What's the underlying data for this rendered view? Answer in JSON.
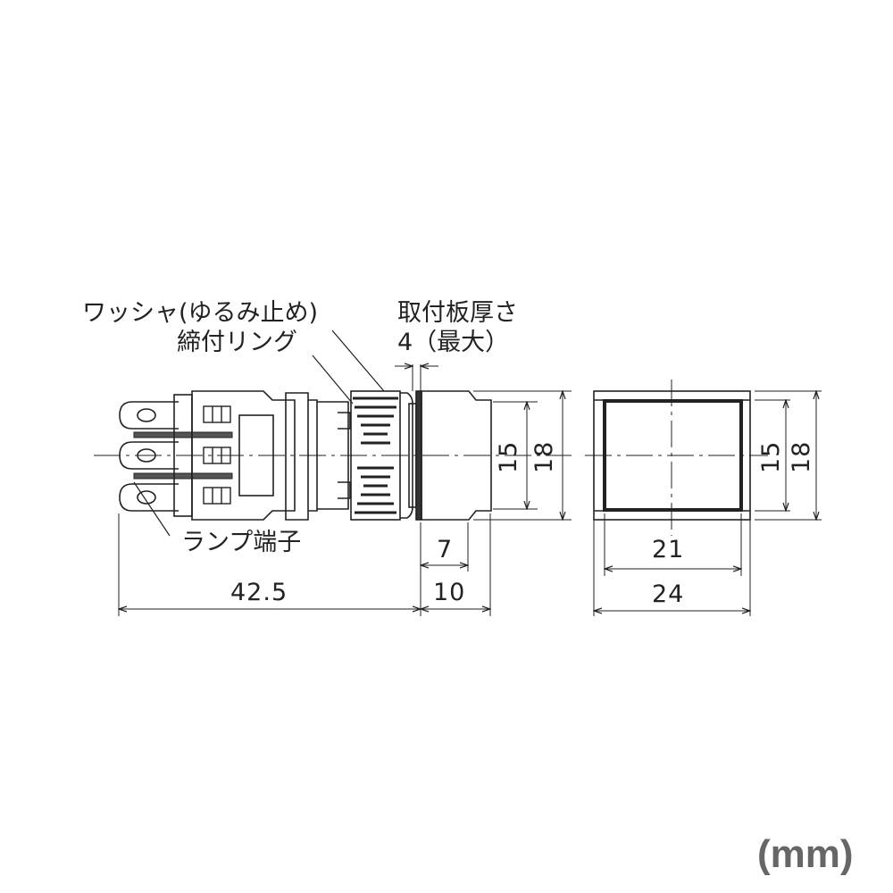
{
  "diagram": {
    "type": "mechanical-dimension-drawing",
    "unit_label": "(mm)",
    "callouts": {
      "washer": "ワッシャ(ゆるみ止め)",
      "tightening_ring": "締付リング",
      "panel_thickness_title": "取付板厚さ",
      "panel_thickness_value": "4（最大）",
      "lamp_terminal": "ランプ端子"
    },
    "side_view_dimensions": {
      "body_length": "42.5",
      "bezel_depth": "10",
      "bezel_step": "7",
      "bezel_inner_height": "15",
      "bezel_outer_height": "18"
    },
    "front_view_dimensions": {
      "inner_width": "21",
      "outer_width": "24",
      "inner_height": "15",
      "outer_height": "18"
    },
    "colors": {
      "line": "#222222",
      "unit_text": "#666666",
      "background": "#ffffff"
    }
  }
}
